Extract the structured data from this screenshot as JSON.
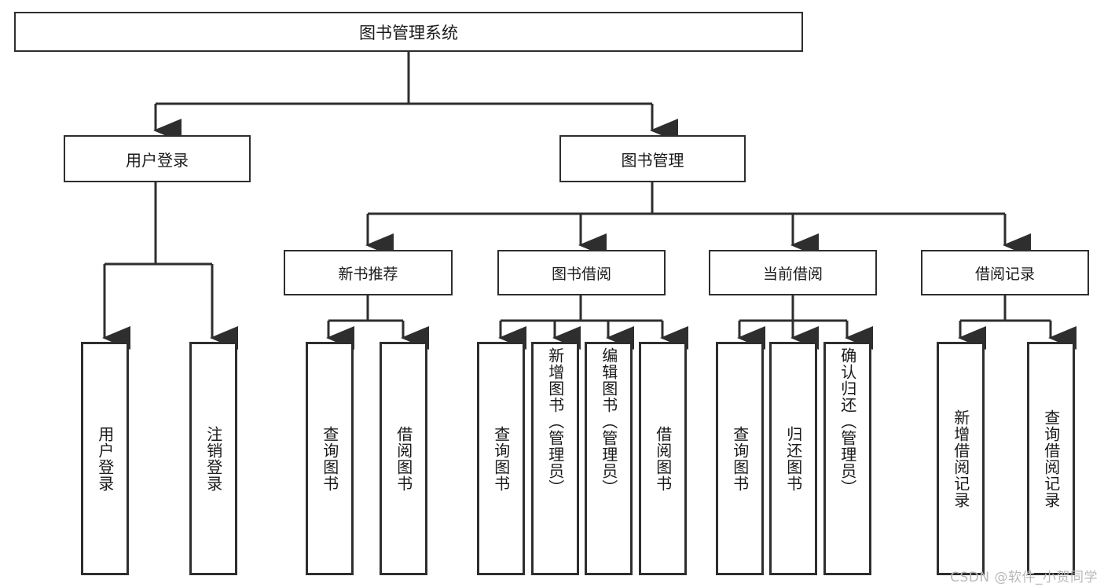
{
  "diagram": {
    "type": "tree-hierarchy",
    "title": "图书管理系统",
    "root": {
      "label": "图书管理系统"
    },
    "level1": [
      {
        "label": "用户登录"
      },
      {
        "label": "图书管理"
      }
    ],
    "level2": [
      {
        "label": "新书推荐"
      },
      {
        "label": "图书借阅"
      },
      {
        "label": "当前借阅"
      },
      {
        "label": "借阅记录"
      }
    ],
    "leaves": [
      {
        "label": "用户登录",
        "parent": "用户登录",
        "align": "center"
      },
      {
        "label": "注销登录",
        "parent": "用户登录",
        "align": "center"
      },
      {
        "label": "查询图书",
        "parent": "新书推荐",
        "align": "center"
      },
      {
        "label": "借阅图书",
        "parent": "新书推荐",
        "align": "center"
      },
      {
        "label": "查询图书",
        "parent": "图书借阅",
        "align": "center"
      },
      {
        "label": "新增图书（管理员）",
        "parent": "图书借阅",
        "align": "top"
      },
      {
        "label": "编辑图书（管理员）",
        "parent": "图书借阅",
        "align": "top"
      },
      {
        "label": "借阅图书",
        "parent": "图书借阅",
        "align": "center"
      },
      {
        "label": "查询图书",
        "parent": "当前借阅",
        "align": "center"
      },
      {
        "label": "归还图书",
        "parent": "当前借阅",
        "align": "center"
      },
      {
        "label": "确认归还（管理员）",
        "parent": "当前借阅",
        "align": "top"
      },
      {
        "label": "新增借阅记录",
        "parent": "借阅记录",
        "align": "center"
      },
      {
        "label": "查询借阅记录",
        "parent": "借阅记录",
        "align": "center"
      }
    ]
  },
  "watermark": {
    "text": "CSDN @软件_小贺同学"
  },
  "colors": {
    "stroke": "#2e2e2e",
    "background": "#ffffff",
    "text": "#1a1a1a",
    "watermark": "#b9b9b9"
  }
}
